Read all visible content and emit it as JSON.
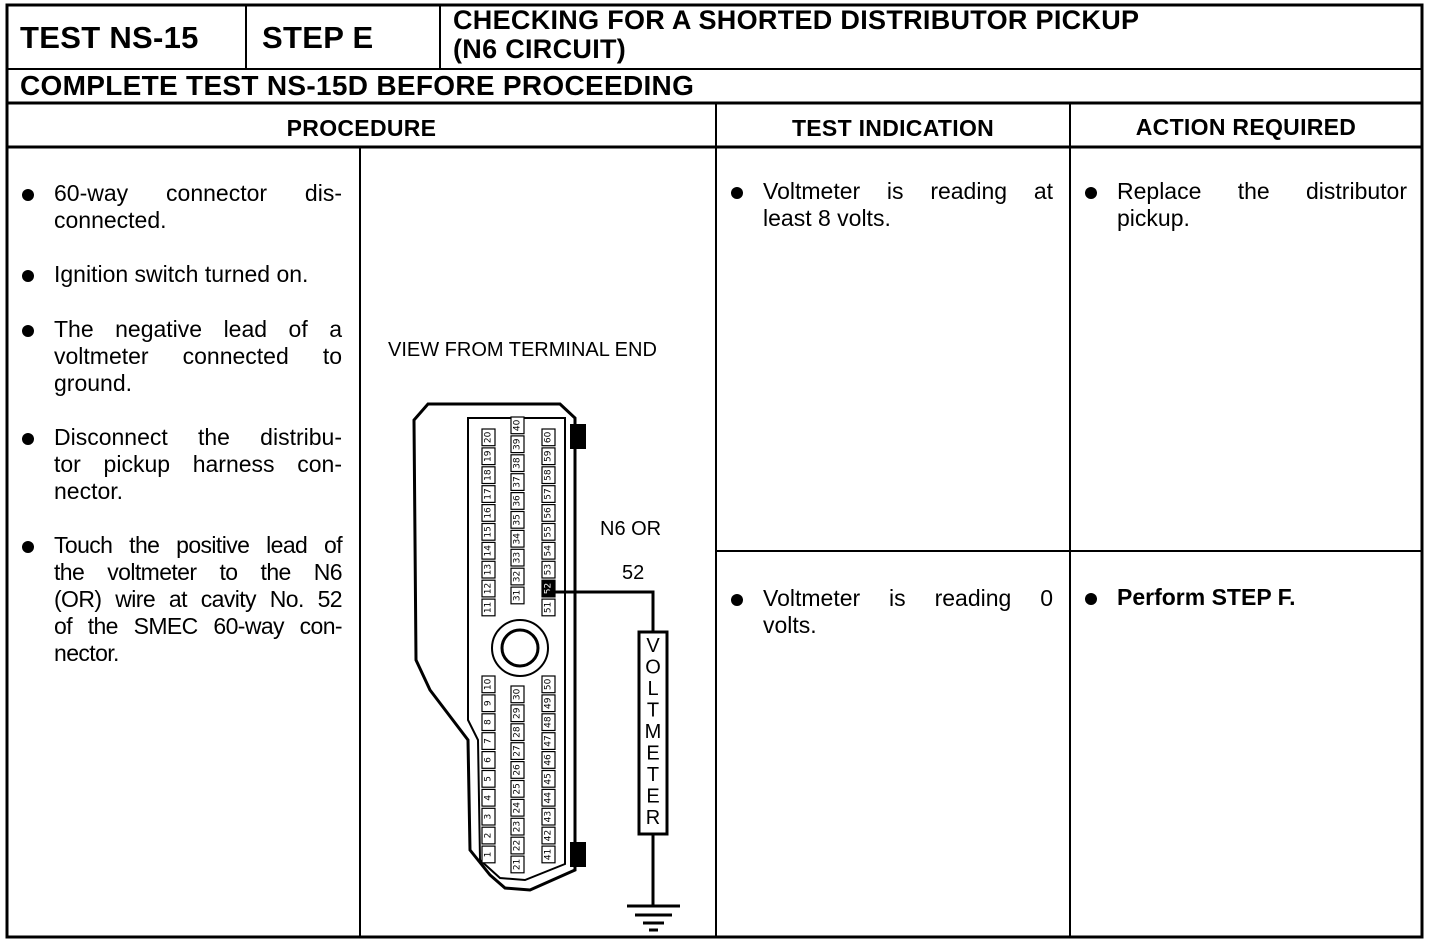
{
  "header": {
    "test_id": "TEST NS-15",
    "step": "STEP E",
    "title_line1": "CHECKING FOR A SHORTED DISTRIBUTOR PICKUP",
    "title_line2": "(N6 CIRCUIT)",
    "prerequisite": "COMPLETE TEST NS-15D BEFORE PROCEEDING"
  },
  "columns": {
    "procedure": "PROCEDURE",
    "test_indication": "TEST INDICATION",
    "action_required": "ACTION REQUIRED"
  },
  "procedure_steps": [
    "60-way connector dis-connected.",
    "Ignition switch turned on.",
    "The negative lead of a voltmeter connected to ground.",
    "Disconnect the distribu-tor pickup harness con-nector.",
    "Touch the positive lead of the voltmeter to the N6 (OR) wire at cavity No. 52 of the SMEC 60-way con-nector."
  ],
  "procedure_lines": [
    [
      "60-way connector dis-",
      "connected."
    ],
    [
      "Ignition switch turned on."
    ],
    [
      "The negative lead of a",
      "voltmeter connected to",
      "ground."
    ],
    [
      "Disconnect the distribu-",
      "tor pickup harness con-",
      "nector."
    ],
    [
      "Touch the positive lead of",
      "the voltmeter to the N6",
      "(OR) wire at cavity No. 52",
      "of the SMEC 60-way con-",
      "nector."
    ]
  ],
  "diagram": {
    "view_label": "VIEW FROM TERMINAL END",
    "wire_label_line1": "N6 OR",
    "wire_label_line2": "52",
    "meter_letters": [
      "V",
      "O",
      "L",
      "T",
      "M",
      "E",
      "T",
      "E",
      "R"
    ],
    "highlighted_cavity": 52,
    "pins": {
      "upper_col1": [
        11,
        12,
        13,
        14,
        15,
        16,
        17,
        18,
        19,
        20
      ],
      "upper_col2": [
        31,
        32,
        33,
        34,
        35,
        36,
        37,
        38,
        39,
        40
      ],
      "upper_col3": [
        51,
        52,
        53,
        54,
        55,
        56,
        57,
        58,
        59,
        60
      ],
      "lower_col1": [
        1,
        2,
        3,
        4,
        5,
        6,
        7,
        8,
        9,
        10
      ],
      "lower_col2": [
        21,
        22,
        23,
        24,
        25,
        26,
        27,
        28,
        29,
        30
      ],
      "lower_col3": [
        41,
        42,
        43,
        44,
        45,
        46,
        47,
        48,
        49,
        50
      ]
    }
  },
  "rows": [
    {
      "indication_lines": [
        "Voltmeter is reading at",
        "least 8 volts."
      ],
      "indication": "Voltmeter is reading at least 8 volts.",
      "action_lines": [
        "Replace the distributor",
        "pickup."
      ],
      "action": "Replace the distributor pickup."
    },
    {
      "indication_lines": [
        "Voltmeter is reading 0",
        "volts."
      ],
      "indication": "Voltmeter is reading 0 volts.",
      "action_lines": [
        "Perform STEP F."
      ],
      "action": "Perform STEP F."
    }
  ]
}
